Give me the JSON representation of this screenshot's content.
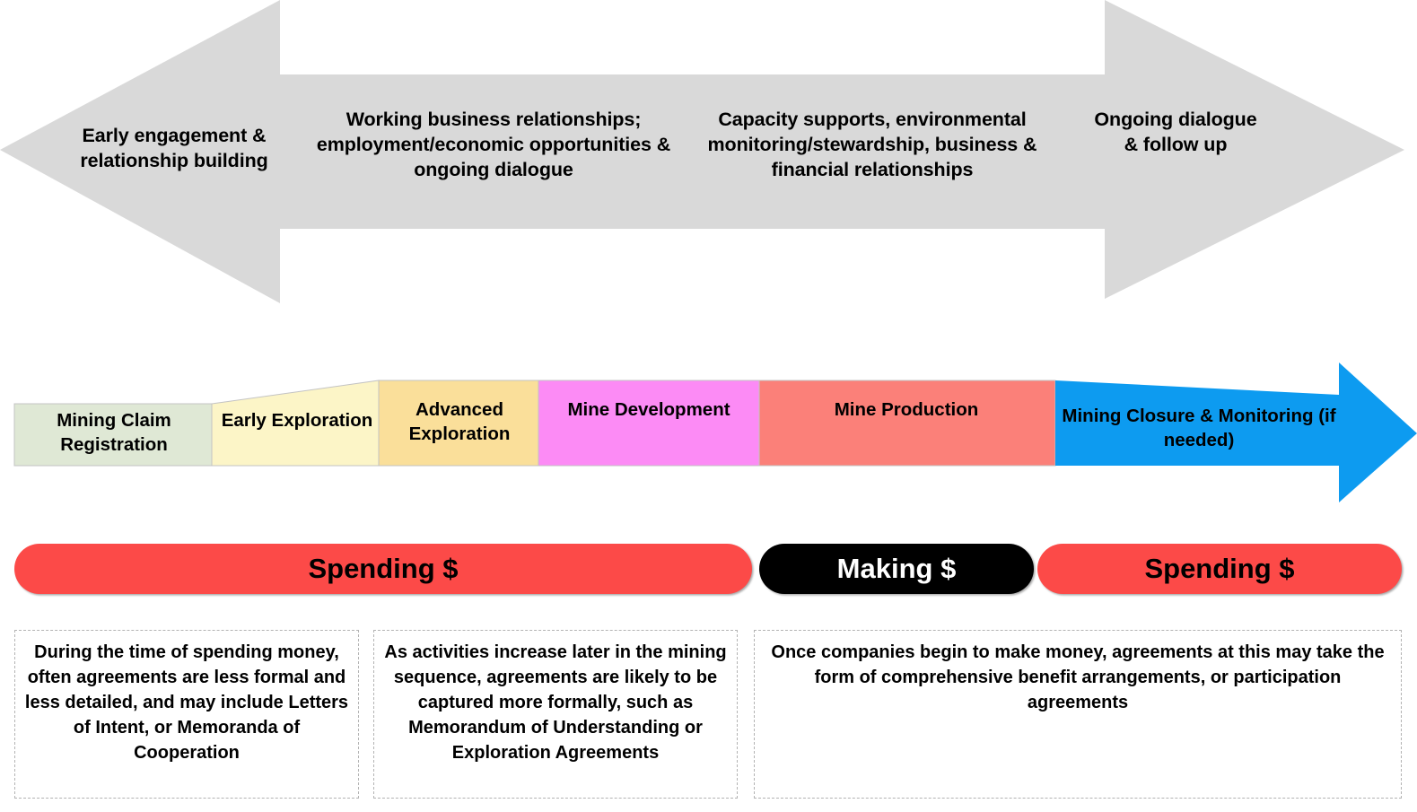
{
  "engagement": {
    "arrow_color": "#d9d9d9",
    "phases": [
      {
        "label": "Early engagement & relationship building"
      },
      {
        "label": "Working business relationships; employment/economic opportunities & ongoing dialogue"
      },
      {
        "label": "Capacity supports, environmental monitoring/stewardship, business & financial relationships"
      },
      {
        "label": "Ongoing dialogue & follow up"
      }
    ]
  },
  "mining_sequence": {
    "stages": [
      {
        "label": "Mining Claim Registration",
        "color": "#dfe8d5"
      },
      {
        "label": "Early Exploration",
        "color": "#fcf5c7"
      },
      {
        "label": "Advanced Exploration",
        "color": "#fadf9a"
      },
      {
        "label": "Mine Development",
        "color": "#fc8bf5"
      },
      {
        "label": "Mine Production",
        "color": "#fb8079"
      },
      {
        "label": "Mining Closure & Monitoring (if needed)",
        "color": "#0d9bf0"
      }
    ]
  },
  "money_phases": [
    {
      "label": "Spending $",
      "background": "#fc4a48",
      "text_color": "#000000"
    },
    {
      "label": "Making $",
      "background": "#000000",
      "text_color": "#ffffff"
    },
    {
      "label": "Spending $",
      "background": "#fc4a48",
      "text_color": "#000000"
    }
  ],
  "notes": [
    {
      "text": "During the time of spending money, often agreements are less formal and less detailed, and may include Letters of Intent, or Memoranda of Cooperation"
    },
    {
      "text": "As activities increase later in the mining sequence, agreements are likely to be captured more formally, such as Memorandum of Understanding or Exploration Agreements"
    },
    {
      "text": "Once companies begin to make money, agreements at this may take the form of comprehensive benefit arrangements, or participation agreements"
    }
  ]
}
